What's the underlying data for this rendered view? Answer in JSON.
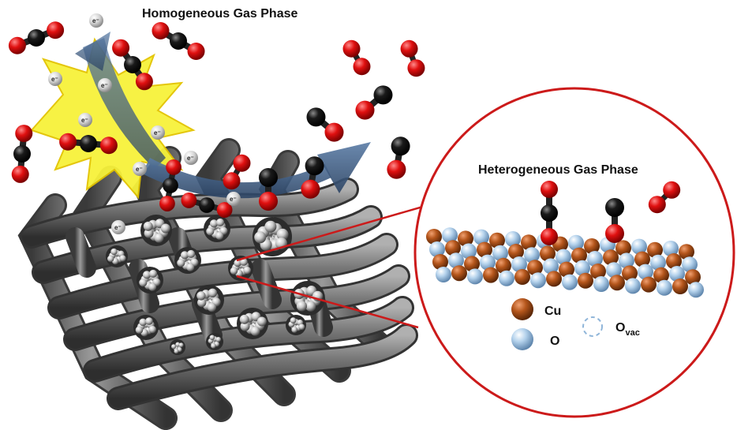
{
  "labels": {
    "homogeneous": "Homogeneous Gas Phase",
    "heterogeneous": "Heterogeneous Gas Phase",
    "electron": "e⁻"
  },
  "legend": {
    "cu": "Cu",
    "o": "O",
    "ovac_main": "O",
    "ovac_sub": "vac"
  },
  "colors": {
    "carbon": "#111111",
    "oxygen": "#e01010",
    "copper": "#b5561c",
    "lattice_oxygen": "#a9c9e6",
    "mesh": "#6b6b6b",
    "spark": "#f7f23a",
    "arrow": "#3f5f86",
    "zoom_outline": "#cc1a1a"
  }
}
